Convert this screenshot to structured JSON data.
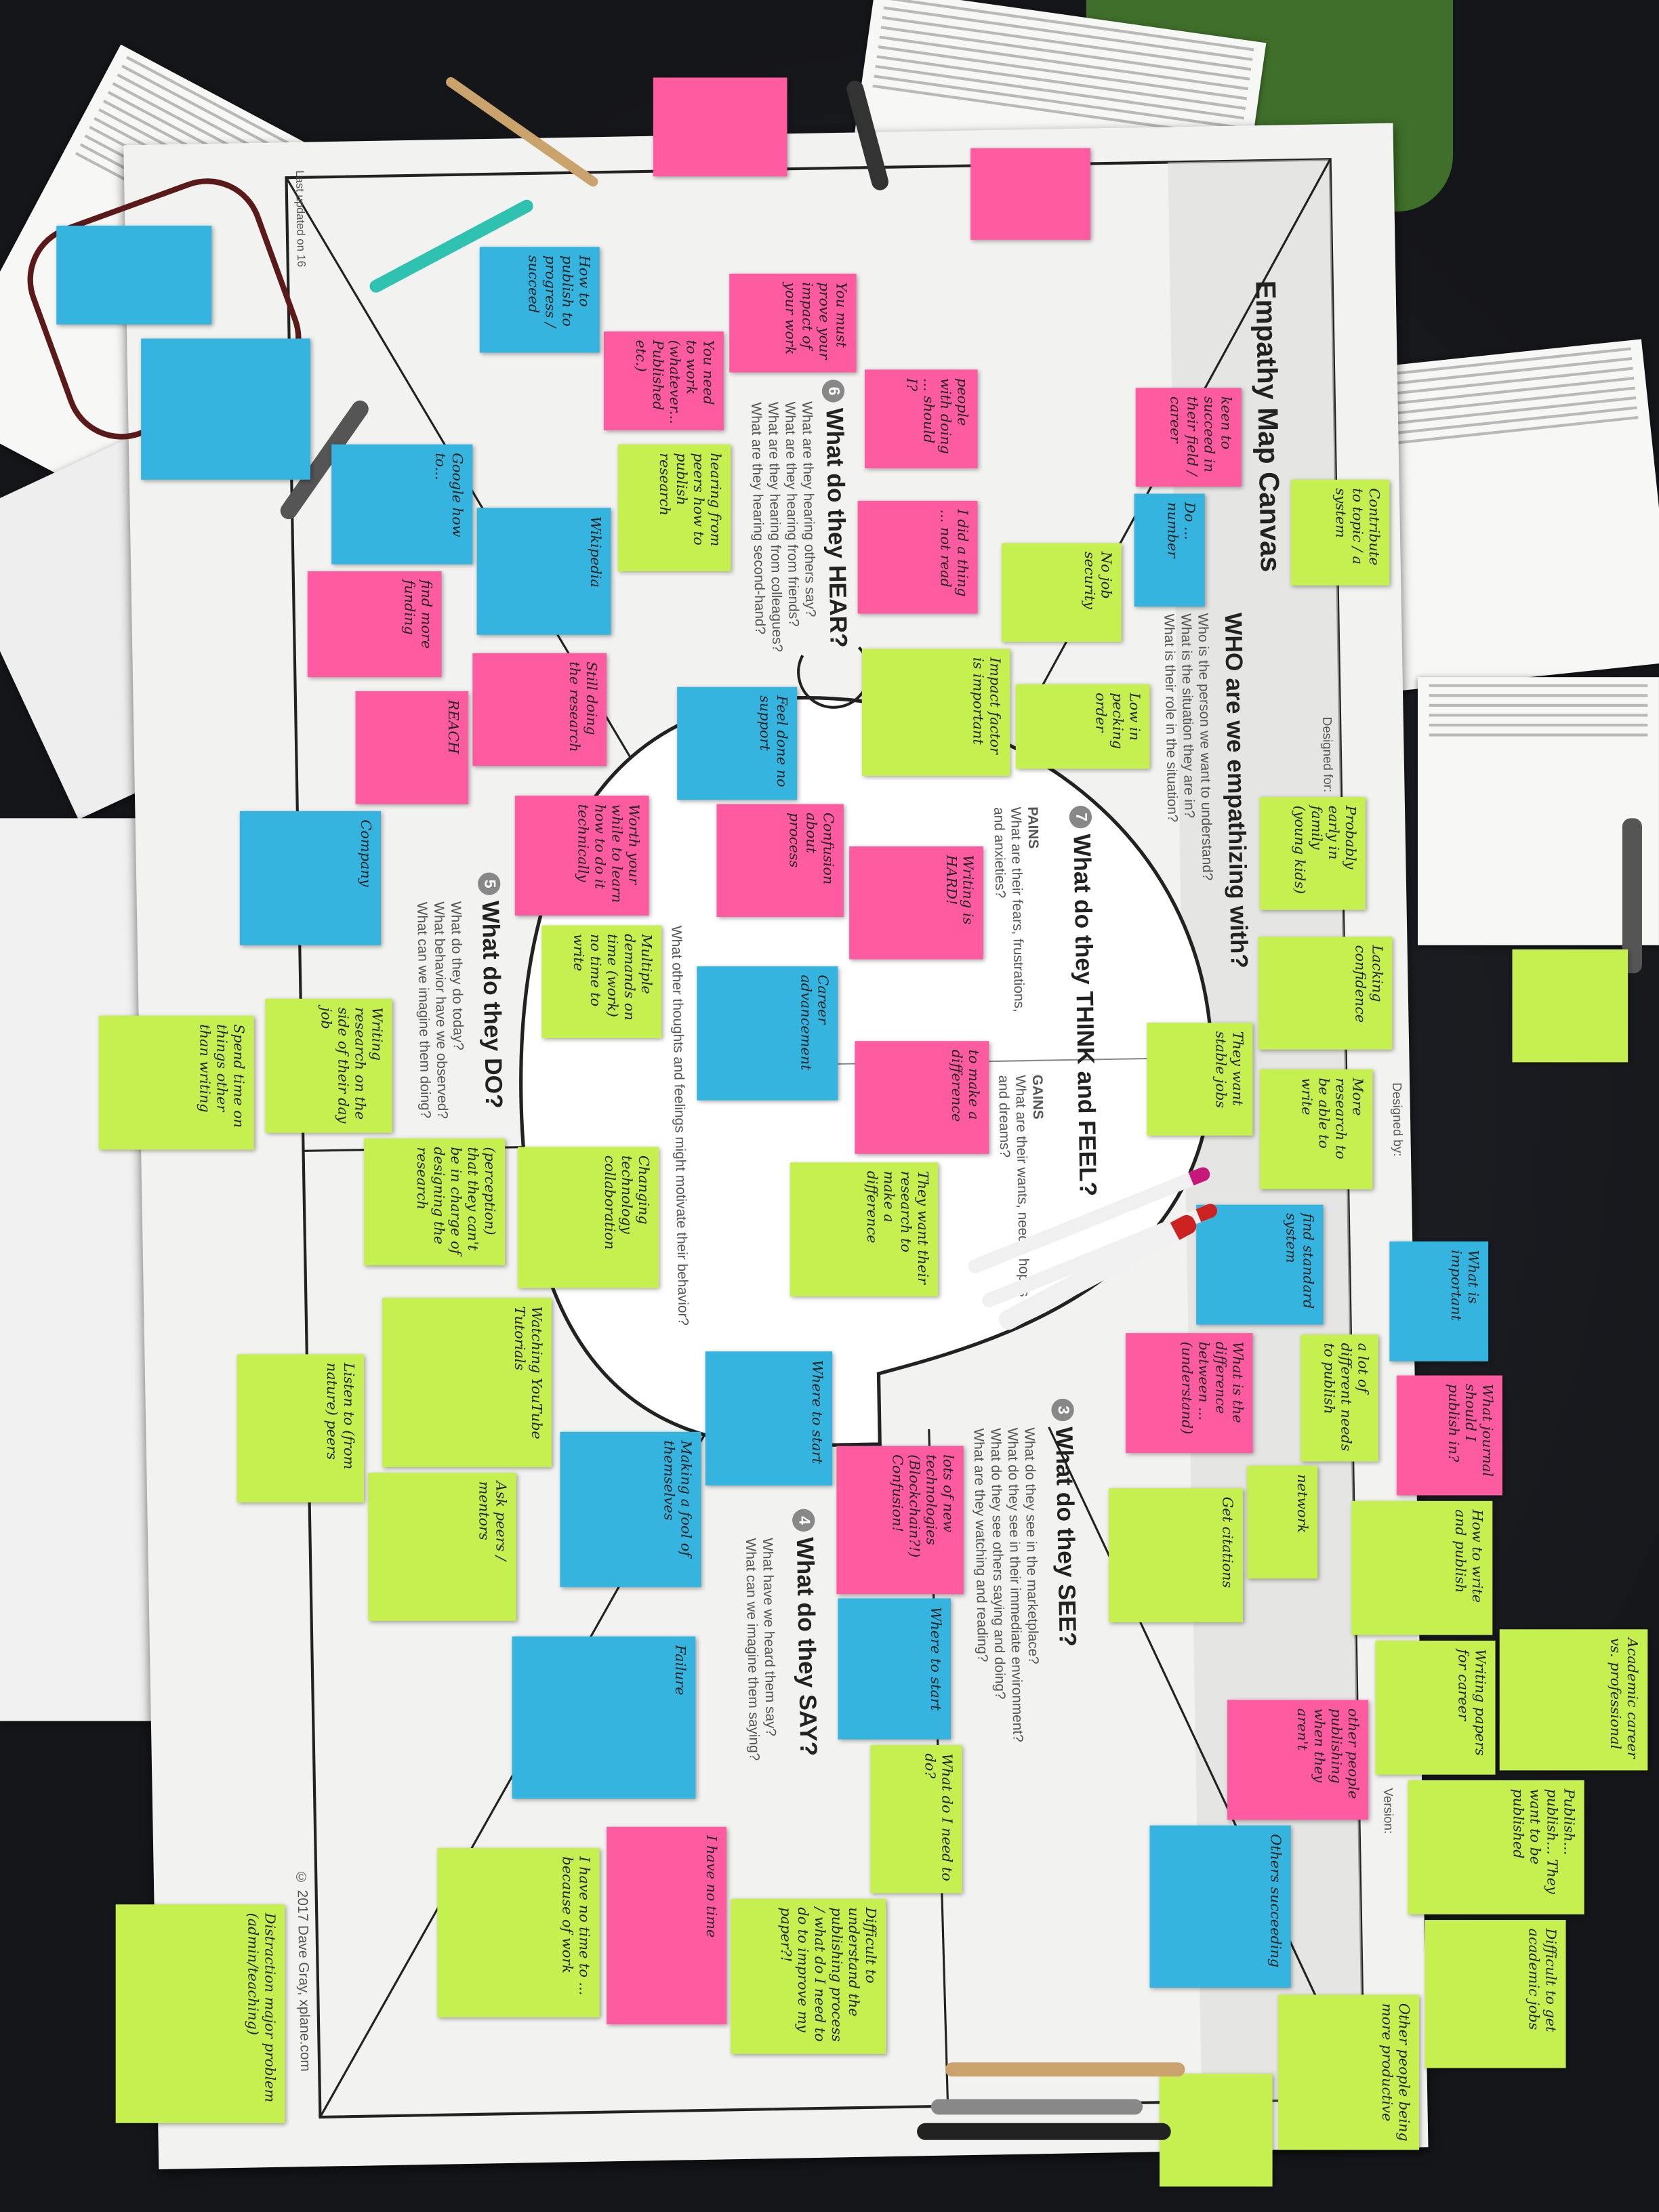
{
  "canvas": {
    "title": "Empathy Map Canvas",
    "who": {
      "heading": "WHO are we empathizing with?",
      "questions": [
        "Who is the person we want to understand?",
        "What is the situation they are in?",
        "What is their role in the situation?"
      ]
    },
    "designed_for": "Designed for:",
    "designed_by": "Designed by:",
    "version": "Version:",
    "think_feel": {
      "number": "7",
      "heading": "What do they THINK and FEEL?",
      "pains_label": "PAINS",
      "pains_q": "What are their fears, frustrations, and anxieties?",
      "gains_label": "GAINS",
      "gains_q": "What are their wants, needs, hopes and dreams?",
      "other": "What other thoughts and feelings might motivate their behavior?"
    },
    "see": {
      "number": "3",
      "heading": "What do they SEE?",
      "questions": [
        "What do they see in the marketplace?",
        "What do they see in their immediate environment?",
        "What do they see others saying and doing?",
        "What are they watching and reading?"
      ]
    },
    "say": {
      "number": "4",
      "heading": "What do they SAY?",
      "questions": [
        "What have we heard them say?",
        "What can we imagine them saying?"
      ]
    },
    "do": {
      "number": "5",
      "heading": "What do they DO?",
      "questions": [
        "What do they do today?",
        "What behavior have we observed?",
        "What can we imagine them doing?"
      ]
    },
    "hear": {
      "number": "6",
      "heading": "What do they HEAR?",
      "questions": [
        "What are they hearing others say?",
        "What are they hearing from friends?",
        "What are they hearing from colleagues?",
        "What are they hearing second-hand?"
      ]
    },
    "copyright": "© 2017 Dave Gray, xplane.com",
    "updated": "Last updated on 16"
  },
  "colors": {
    "pink": "#ff5ba0",
    "blue": "#35b4e0",
    "green": "#c6f050",
    "table": "#1b1d22"
  },
  "notes": [
    {
      "color": "pink",
      "text": ""
    },
    {
      "color": "pink",
      "text": ""
    },
    {
      "color": "pink",
      "text": "keen to succeed in their field / career"
    },
    {
      "color": "pink",
      "text": "You must prove your impact of your work"
    },
    {
      "color": "pink",
      "text": "You need to work (whatever... Published etc.)"
    },
    {
      "color": "pink",
      "text": "people with doing ... should I?"
    },
    {
      "color": "pink",
      "text": "I did a thing ... not read"
    },
    {
      "color": "pink",
      "text": "find more funding"
    },
    {
      "color": "pink",
      "text": "Still doing the research"
    },
    {
      "color": "pink",
      "text": "REACH"
    },
    {
      "color": "pink",
      "text": "Worth your while to learn how to do it technically"
    },
    {
      "color": "pink",
      "text": "Confusion about process"
    },
    {
      "color": "pink",
      "text": "Writing is HARD!"
    },
    {
      "color": "pink",
      "text": "to make a difference"
    },
    {
      "color": "pink",
      "text": "What is the difference between ... (understand)"
    },
    {
      "color": "pink",
      "text": "What journal should I publish in?"
    },
    {
      "color": "pink",
      "text": "lots of new technologies (Blockchain?!) Confusion!"
    },
    {
      "color": "pink",
      "text": "other people publishing when they aren't"
    },
    {
      "color": "pink",
      "text": "I have no time"
    },
    {
      "color": "blue",
      "text": ""
    },
    {
      "color": "blue",
      "text": ""
    },
    {
      "color": "blue",
      "text": "How to publish to progress / succeed"
    },
    {
      "color": "blue",
      "text": "Google how to..."
    },
    {
      "color": "blue",
      "text": "Wikipedia"
    },
    {
      "color": "blue",
      "text": "Do ... number"
    },
    {
      "color": "blue",
      "text": "Feel done no support"
    },
    {
      "color": "blue",
      "text": "Company"
    },
    {
      "color": "blue",
      "text": "Career advancement"
    },
    {
      "color": "blue",
      "text": "find standard system"
    },
    {
      "color": "blue",
      "text": "What is important"
    },
    {
      "color": "blue",
      "text": "Where to start"
    },
    {
      "color": "blue",
      "text": "Where to start"
    },
    {
      "color": "blue",
      "text": "Making a fool of themselves"
    },
    {
      "color": "blue",
      "text": "Failure"
    },
    {
      "color": "blue",
      "text": "Others succeeding"
    },
    {
      "color": "green",
      "text": "Contribute to topic / a system"
    },
    {
      "color": "green",
      "text": "hearing from peers how to publish research"
    },
    {
      "color": "green",
      "text": "Impact factor is important"
    },
    {
      "color": "green",
      "text": "Low in pecking order"
    },
    {
      "color": "green",
      "text": "No job security"
    },
    {
      "color": "green",
      "text": "Probably early in family (young kids)"
    },
    {
      "color": "green",
      "text": "Lacking confidence"
    },
    {
      "color": "green",
      "text": "Multiple demands on time (work) no time to write"
    },
    {
      "color": "green",
      "text": "They want stable jobs"
    },
    {
      "color": "green",
      "text": "More research to be able to write"
    },
    {
      "color": "green",
      "text": "a lot of different needs to publish"
    },
    {
      "color": "green",
      "text": "They want their research to make a difference"
    },
    {
      "color": "green",
      "text": "Changing technology collaboration"
    },
    {
      "color": "green",
      "text": "(perception) that they can't be in charge of designing the research"
    },
    {
      "color": "green",
      "text": "Writing research on the side of their day job"
    },
    {
      "color": "green",
      "text": "Spend time on things other than writing"
    },
    {
      "color": "green",
      "text": "Watching YouTube Tutorials"
    },
    {
      "color": "green",
      "text": "Ask peers / mentors"
    },
    {
      "color": "green",
      "text": "Listen to (from nature) peers"
    },
    {
      "color": "green",
      "text": "network"
    },
    {
      "color": "green",
      "text": "How to write and publish"
    },
    {
      "color": "green",
      "text": "Get citations"
    },
    {
      "color": "green",
      "text": "Writing papers for career"
    },
    {
      "color": "green",
      "text": "Publish... publish... They want to be published"
    },
    {
      "color": "green",
      "text": "Academic career vs. professional"
    },
    {
      "color": "green",
      "text": "Difficult to get academic jobs"
    },
    {
      "color": "green",
      "text": "Other people being more productive"
    },
    {
      "color": "green",
      "text": "What do I need to do?"
    },
    {
      "color": "green",
      "text": "Difficult to understand the publishing process / what do I need to do to improve my paper?!"
    },
    {
      "color": "green",
      "text": "I have no time to ... because of work"
    },
    {
      "color": "green",
      "text": "Distraction major problem (admin/teaching)"
    },
    {
      "color": "green",
      "text": ""
    },
    {
      "color": "green",
      "text": ""
    }
  ]
}
